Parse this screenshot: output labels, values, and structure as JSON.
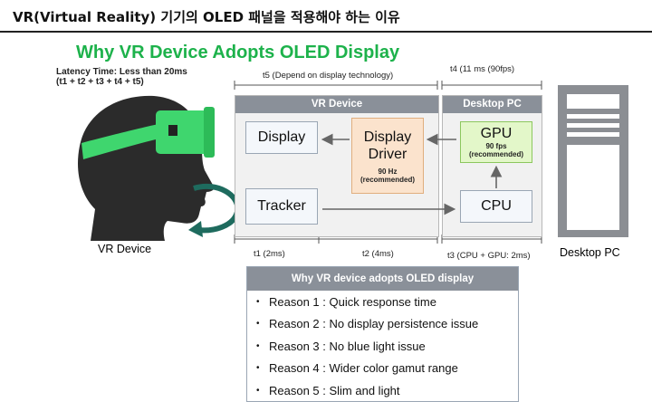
{
  "header": {
    "title": "VR(Virtual Reality) 기기의 OLED 패널을 적용해야 하는 이유"
  },
  "diagram": {
    "title": "Why VR Device Adopts OLED Display",
    "latency_line1": "Latency Time: Less than 20ms",
    "latency_line2": "(t1 + t2 + t3 + t4 + t5)",
    "t5_label": "t5 (Depend on display technology)",
    "t4_label": "t4  (11 ms (90fps)",
    "t1_label": "t1 (2ms)",
    "t2_label": "t2 (4ms)",
    "t3_label": "t3 (CPU + GPU: 2ms)",
    "vr_panel": {
      "title": "VR Device",
      "display": "Display",
      "tracker": "Tracker",
      "driver_line1": "Display",
      "driver_line2": "Driver",
      "driver_sub1": "90 Hz",
      "driver_sub2": "(recommended)"
    },
    "pc_panel": {
      "title": "Desktop PC",
      "gpu": "GPU",
      "gpu_sub1": "90 fps",
      "gpu_sub2": "(recommended)",
      "cpu": "CPU"
    },
    "vr_device_label": "VR Device",
    "desktop_pc_label": "Desktop PC",
    "colors": {
      "accent_green": "#1db24b",
      "headset_green": "#3fd66e",
      "arrow_teal": "#1e6b5e",
      "panel_header": "#8a9099"
    }
  },
  "reasons": {
    "title": "Why VR device adopts OLED display",
    "bullet": "•",
    "items": [
      "Reason 1 : Quick response time",
      "Reason 2 : No display persistence issue",
      "Reason 3 : No blue light issue",
      "Reason 4 : Wider color gamut range",
      "Reason 5 : Slim and light"
    ]
  }
}
